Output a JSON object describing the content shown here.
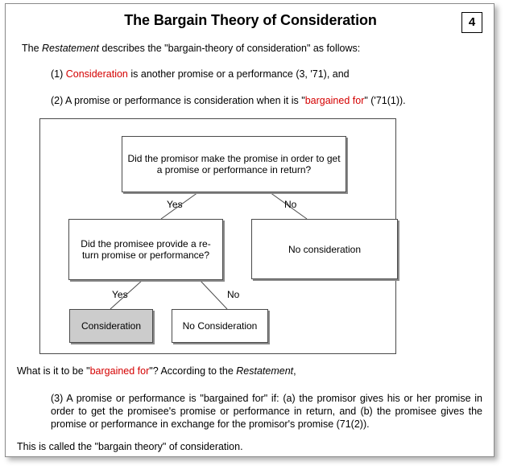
{
  "slide": {
    "title": "The Bargain Theory of Consideration",
    "page_number": "4",
    "accent_color": "#d40000",
    "border_color": "#8a8a8a"
  },
  "body": {
    "intro": {
      "before_italic": "The ",
      "italic": "Restatement",
      "after_italic": " describes the \"bargain-theory of consideration\" as follows:"
    },
    "point_1": {
      "marker": "(1) ",
      "highlight": "Consideration",
      "rest": " is another promise or a performance (3, '71), and"
    },
    "point_2": {
      "before": "(2) A promise or performance is consideration when it is \"",
      "highlight": "bargained for",
      "after": "\"  ('71(1))."
    },
    "question": {
      "before": "What is it to be \"",
      "highlight": "bargained for",
      "middle": "\"?  According to the ",
      "italic": "Restatement",
      "after": ","
    },
    "point_3": "(3) A promise or performance is \"bargained for\" if: (a) the promisor gives his or her promise in order to get the promisee's promise or performance in return, and (b) the promisee gives the promise or performance in exchange for the promisor's promise (71(2)).",
    "conclusion": "This is called the \"bargain theory\" of consideration."
  },
  "flowchart": {
    "nodes": {
      "question_1": "Did the promisor make the promise in order to get a promise or performance in return?",
      "question_2_line_1": "Did the promisee provide a re-",
      "question_2_line_2": "turn promise or performance?",
      "no_consideration_branch": "No consideration",
      "consideration_result": "Consideration",
      "no_consideration_result": "No Consideration"
    },
    "edge_labels": {
      "yes_1": "Yes",
      "no_1": "No",
      "yes_2": "Yes",
      "no_2": "No"
    },
    "shaded_node_color": "#cccccc",
    "line_color": "#4a4a4a"
  }
}
